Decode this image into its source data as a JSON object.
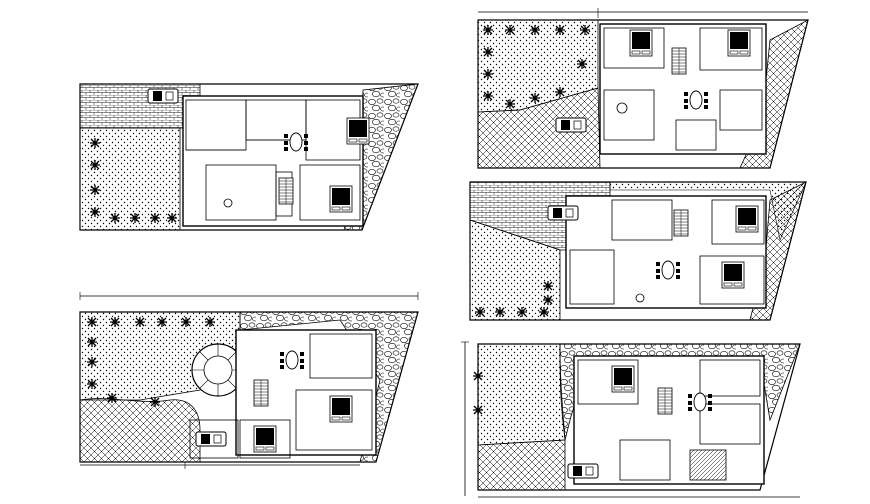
{
  "drawing": {
    "background": "#ffffff",
    "ink": "#000000",
    "plans": [
      {
        "id": "plan-1",
        "shape": "trapezoid",
        "features": [
          "parking",
          "garden",
          "bedroom",
          "bedroom",
          "dining-table",
          "stair"
        ]
      },
      {
        "id": "plan-2",
        "shape": "trapezoid",
        "features": [
          "garden",
          "parking",
          "bedroom",
          "bedroom",
          "dining-table",
          "stair"
        ]
      },
      {
        "id": "plan-3",
        "shape": "trapezoid",
        "features": [
          "garden",
          "parking",
          "bedroom",
          "bedroom",
          "dining-table",
          "stair"
        ]
      },
      {
        "id": "plan-4",
        "shape": "trapezoid",
        "features": [
          "garden",
          "spiral-stair",
          "parking",
          "bedroom",
          "bedroom",
          "dining-table"
        ]
      },
      {
        "id": "plan-5",
        "shape": "trapezoid",
        "features": [
          "garden",
          "parking",
          "bedroom",
          "bedroom",
          "dining-table",
          "stair"
        ]
      }
    ],
    "labels": []
  }
}
